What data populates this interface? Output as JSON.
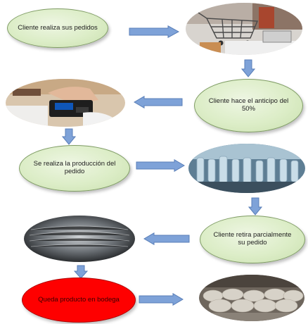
{
  "colors": {
    "node_fill": "#dcedc7",
    "node_border": "#7f9c64",
    "arrow_fill": "#7ea2d8",
    "arrow_border": "#5a7fb8",
    "highlight_node": "#fe0000"
  },
  "steps": [
    {
      "label": "Cliente realiza sus pedidos"
    },
    {
      "label": "Cliente hace el anticipo del 50%"
    },
    {
      "label": "Se realiza la producción del pedido"
    },
    {
      "label": "Cliente retira parcialmente su pedido"
    },
    {
      "label": "Queda producto en bodega"
    }
  ],
  "photos": [
    {
      "icon": "shopping-cart-image"
    },
    {
      "icon": "card-payment-terminal-image"
    },
    {
      "icon": "bottle-production-line-image"
    },
    {
      "icon": "stacked-products-image"
    },
    {
      "icon": "warehouse-stock-image"
    }
  ]
}
